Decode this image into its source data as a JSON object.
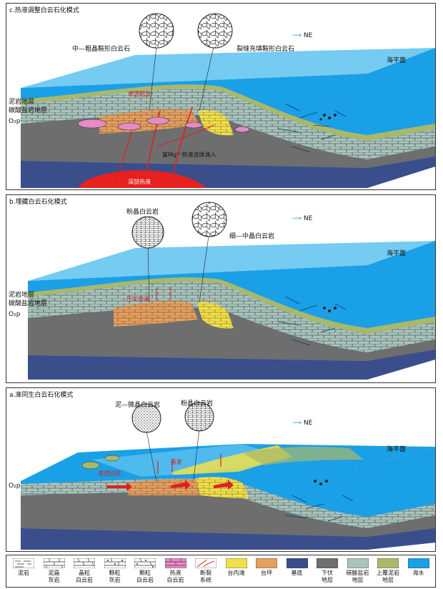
{
  "panel_c": {
    "title": "c.热液调整白云石化模式",
    "ne": "NE",
    "sea_level": "海平面",
    "circle_left": "中—粗晶鞍形白云石",
    "circle_right": "裂缝充填鞍形白云石",
    "strata_mud": "泥岩地层",
    "strata_carb": "碳酸盐岩地层",
    "o2p": "O₂p",
    "seepage": "渗透回流",
    "hydro_fluid": "富Mg²⁺热液流体涌入",
    "deep_hydro": "深部热液"
  },
  "panel_b": {
    "title": "b.埋藏白云石化模式",
    "ne": "NE",
    "sea_level": "海平面",
    "circle_left": "粉晶白云岩",
    "circle_right": "细—中晶白云岩",
    "strata_mud": "泥岩地层",
    "strata_carb": "碳酸盐岩地层",
    "o2p": "O₂p",
    "seepage": "压实排液"
  },
  "panel_a": {
    "title": "a.准同生白云石化模式",
    "ne": "NE",
    "sea_level": "海平面",
    "circle_left": "泥—微晶白云岩",
    "circle_right": "粉晶白云岩",
    "o2p": "O₂p",
    "evap": "蒸发",
    "seepage": "渗透回流"
  },
  "legend": [
    {
      "label": "泥岩",
      "icon": "mudstone-pattern"
    },
    {
      "label": "泥晶\n灰岩",
      "icon": "micritic-limestone-pattern"
    },
    {
      "label": "晶粒\n白云岩",
      "icon": "crystalline-dolomite-pattern"
    },
    {
      "label": "颗粒\n灰岩",
      "icon": "grain-limestone-pattern"
    },
    {
      "label": "颗粒\n白云岩",
      "icon": "grain-dolomite-pattern"
    },
    {
      "label": "热液\n白云岩",
      "icon": "hydrothermal-dolomite-pattern"
    },
    {
      "label": "断裂\n系统",
      "icon": "fault-system-lines"
    },
    {
      "label": "台内滩",
      "icon": "intraplatform-shoal-swatch"
    },
    {
      "label": "台坪",
      "icon": "platform-flat-swatch"
    },
    {
      "label": "基底",
      "icon": "basement-swatch"
    },
    {
      "label": "下伏\n地层",
      "icon": "underlying-strata-swatch"
    },
    {
      "label": "碳酸盐岩\n地层",
      "icon": "carbonate-strata-swatch"
    },
    {
      "label": "上覆泥岩\n地层",
      "icon": "overlying-mudstone-swatch"
    },
    {
      "label": "海水",
      "icon": "seawater-swatch"
    }
  ],
  "colors": {
    "seawater": "#1aa0e6",
    "carbonate": "#a8c4bc",
    "mudstone": "#a9b86a",
    "underlying": "#6e6e6e",
    "basement": "#3a4e8c",
    "shoal": "#f0e04a",
    "flat": "#e3a060",
    "hydrothermal": "#e58cc6",
    "fault": "#e02020"
  }
}
